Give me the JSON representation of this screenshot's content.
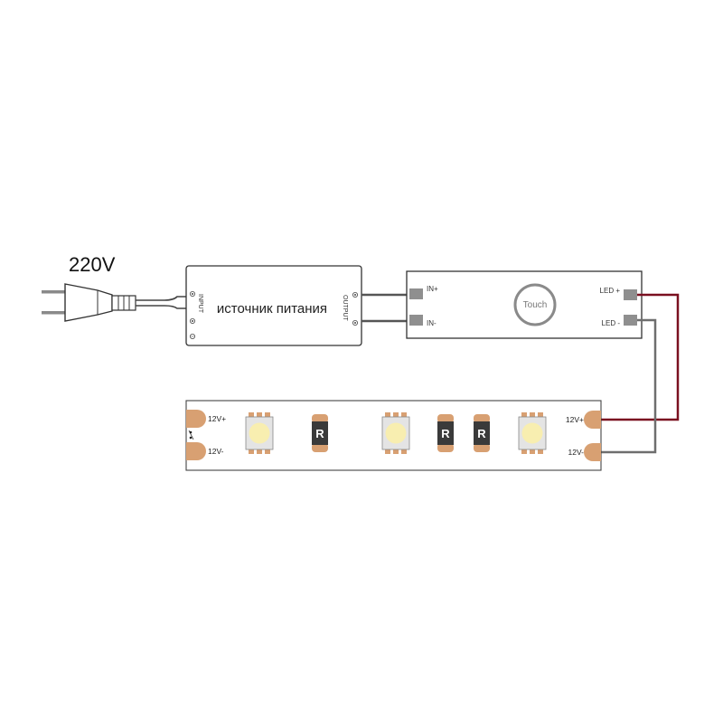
{
  "voltage_label": "220V",
  "power_supply": {
    "label": "источник питания",
    "input_label": "INPUT",
    "output_label": "OUTPUT"
  },
  "controller": {
    "in_plus": "IN+",
    "in_minus": "IN-",
    "led_plus": "LED +",
    "led_minus": "LED -",
    "touch_label": "Touch"
  },
  "strip": {
    "left_plus": "12V+",
    "left_minus": "12V-",
    "right_plus": "12V+",
    "right_minus": "12V-",
    "resistor_label": "R"
  },
  "colors": {
    "positive_wire": "#7a1020",
    "negative_wire": "#6e6e6e",
    "pad": "#d8a072",
    "led_center": "#f8eeb0",
    "resistor_body": "#3a3a3a"
  }
}
